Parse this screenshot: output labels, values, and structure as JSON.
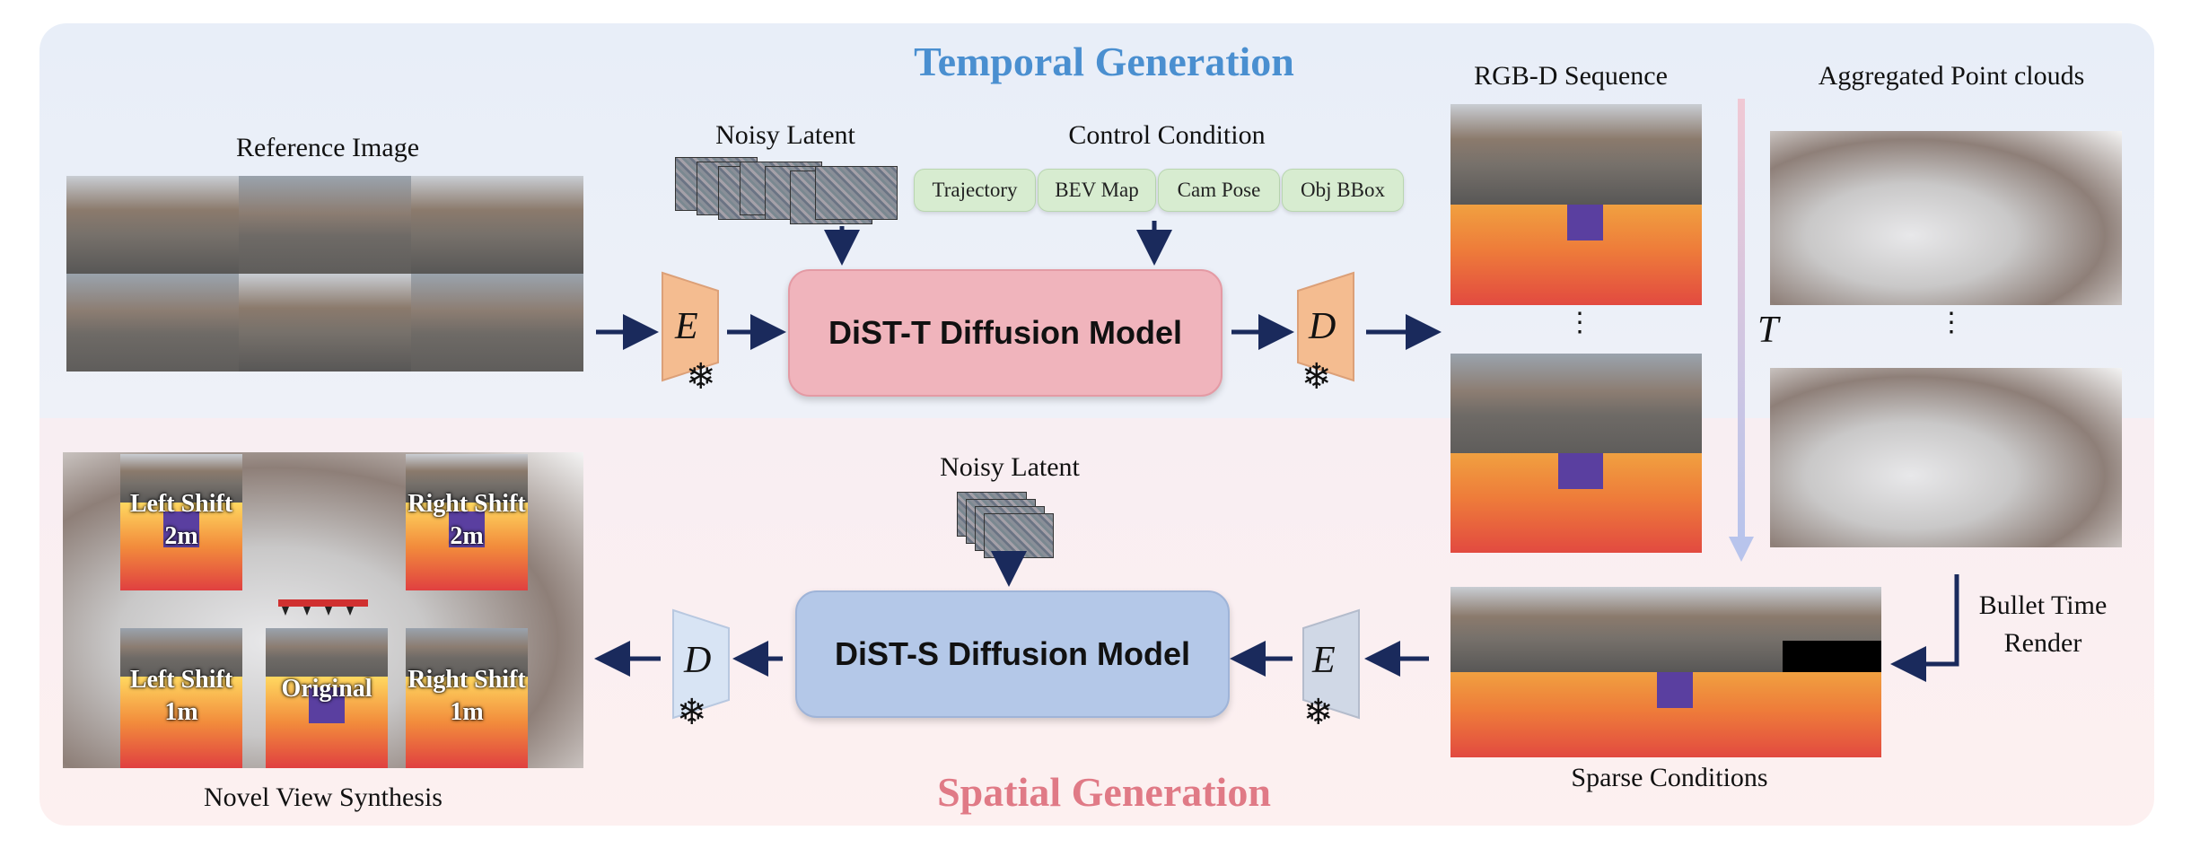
{
  "titles": {
    "temporal": "Temporal Generation",
    "spatial": "Spatial Generation"
  },
  "labels": {
    "reference_image": "Reference Image",
    "noisy_latent_top": "Noisy Latent",
    "control_condition": "Control Condition",
    "rgbd_sequence": "RGB-D Sequence",
    "aggregated_point_clouds": "Aggregated Point clouds",
    "noisy_latent_bottom": "Noisy Latent",
    "novel_view_synthesis": "Novel View Synthesis",
    "sparse_conditions": "Sparse Conditions",
    "bullet_time_line1": "Bullet Time",
    "bullet_time_line2": "Render",
    "time_symbol": "T",
    "ellipsis": "⋮"
  },
  "control_chips": [
    "Trajectory",
    "BEV Map",
    "Cam Pose",
    "Obj BBox"
  ],
  "models": {
    "temporal": "DiST-T Diffusion Model",
    "spatial": "DiST-S Diffusion Model"
  },
  "blocks": {
    "encoder": "E",
    "decoder": "D",
    "frozen": "❄"
  },
  "nvs_captions": {
    "left_shift_2m": [
      "Left Shift",
      "2m"
    ],
    "right_shift_2m": [
      "Right Shift",
      "2m"
    ],
    "left_shift_1m": [
      "Left Shift",
      "1m"
    ],
    "original": [
      "Original"
    ],
    "right_shift_1m": [
      "Right Shift",
      "1m"
    ]
  },
  "colors": {
    "temporal_title": "#4a8fd0",
    "spatial_title": "#e07a86",
    "dist_t_fill": "#f0b4bc",
    "dist_s_fill": "#b4c8e8",
    "encoder_top_fill": "#f4bc90",
    "decoder_top_fill": "#f4bc90",
    "encoder_bottom_fill": "#d0d8e6",
    "decoder_bottom_fill": "#d8e4f4",
    "arrow": "#1a2a5c"
  }
}
